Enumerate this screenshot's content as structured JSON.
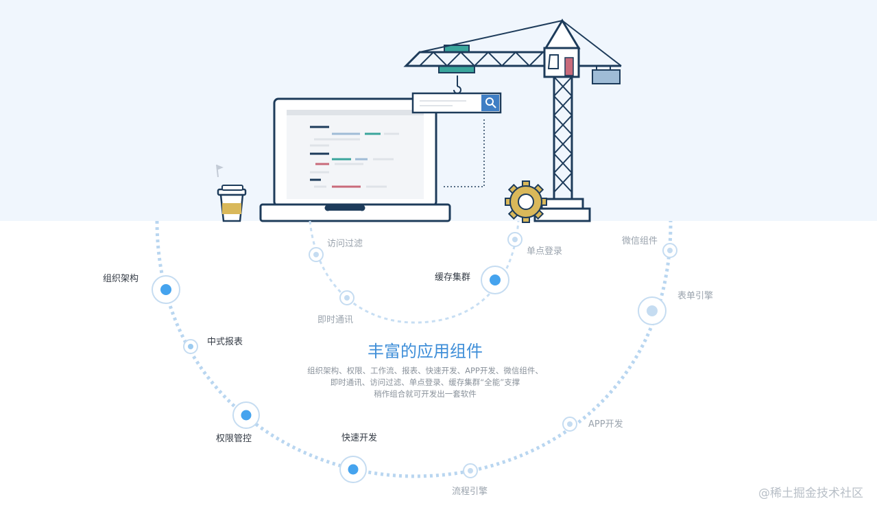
{
  "colors": {
    "accent": "#3e8ed8",
    "node_fill": "#45a3ee",
    "ring": "#b9d6f0",
    "hero_bg": "#f0f6fd"
  },
  "illustration": {
    "icons": [
      "laptop-icon",
      "crane-icon",
      "gear-icon",
      "coffee-cup-icon",
      "search-icon",
      "flag-icon"
    ]
  },
  "nodes": {
    "org_structure": "组织架构",
    "report": "中式报表",
    "permission": "权限管控",
    "fast_dev": "快速开发",
    "workflow": "流程引擎",
    "app_dev": "APP开发",
    "form_engine": "表单引擎",
    "wechat": "微信组件",
    "sso": "单点登录",
    "cache_cluster": "缓存集群",
    "im": "即时通讯",
    "access_filter": "访问过滤"
  },
  "center": {
    "title": "丰富的应用组件",
    "desc_line1": "组织架构、权限、工作流、报表、快速开发、APP开发、微信组件、",
    "desc_line2": "即时通讯、访问过滤、单点登录、缓存集群“全能”支撑",
    "desc_line3": "稍作组合就可开发出一套软件"
  },
  "watermark": "@稀土掘金技术社区"
}
